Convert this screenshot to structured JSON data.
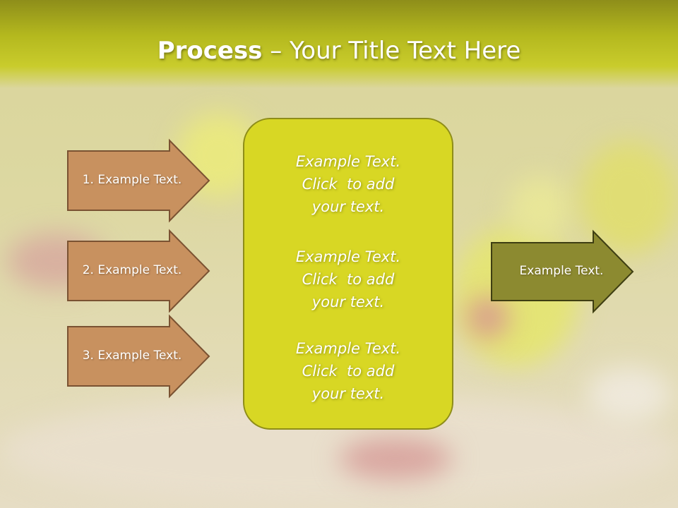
{
  "title": {
    "bold": "Process",
    "rest": " – Your Title Text Here"
  },
  "left_arrows": [
    {
      "label": "1. Example Text."
    },
    {
      "label": "2. Example Text."
    },
    {
      "label": "3. Example Text."
    }
  ],
  "center_blocks": [
    {
      "lines": [
        "Example Text.",
        "Click  to add",
        "your text."
      ]
    },
    {
      "lines": [
        "Example Text.",
        "Click  to add",
        "your text."
      ]
    },
    {
      "lines": [
        "Example Text.",
        "Click  to add",
        "your text."
      ]
    }
  ],
  "right_arrow": {
    "label": "Example Text."
  },
  "colors": {
    "left_arrow_fill": "#c8915f",
    "left_arrow_stroke": "#7a5232",
    "center_fill": "#d8d724",
    "center_stroke": "#8e8d18",
    "right_arrow_fill": "#8c8a30",
    "right_arrow_stroke": "#3e3e12"
  }
}
